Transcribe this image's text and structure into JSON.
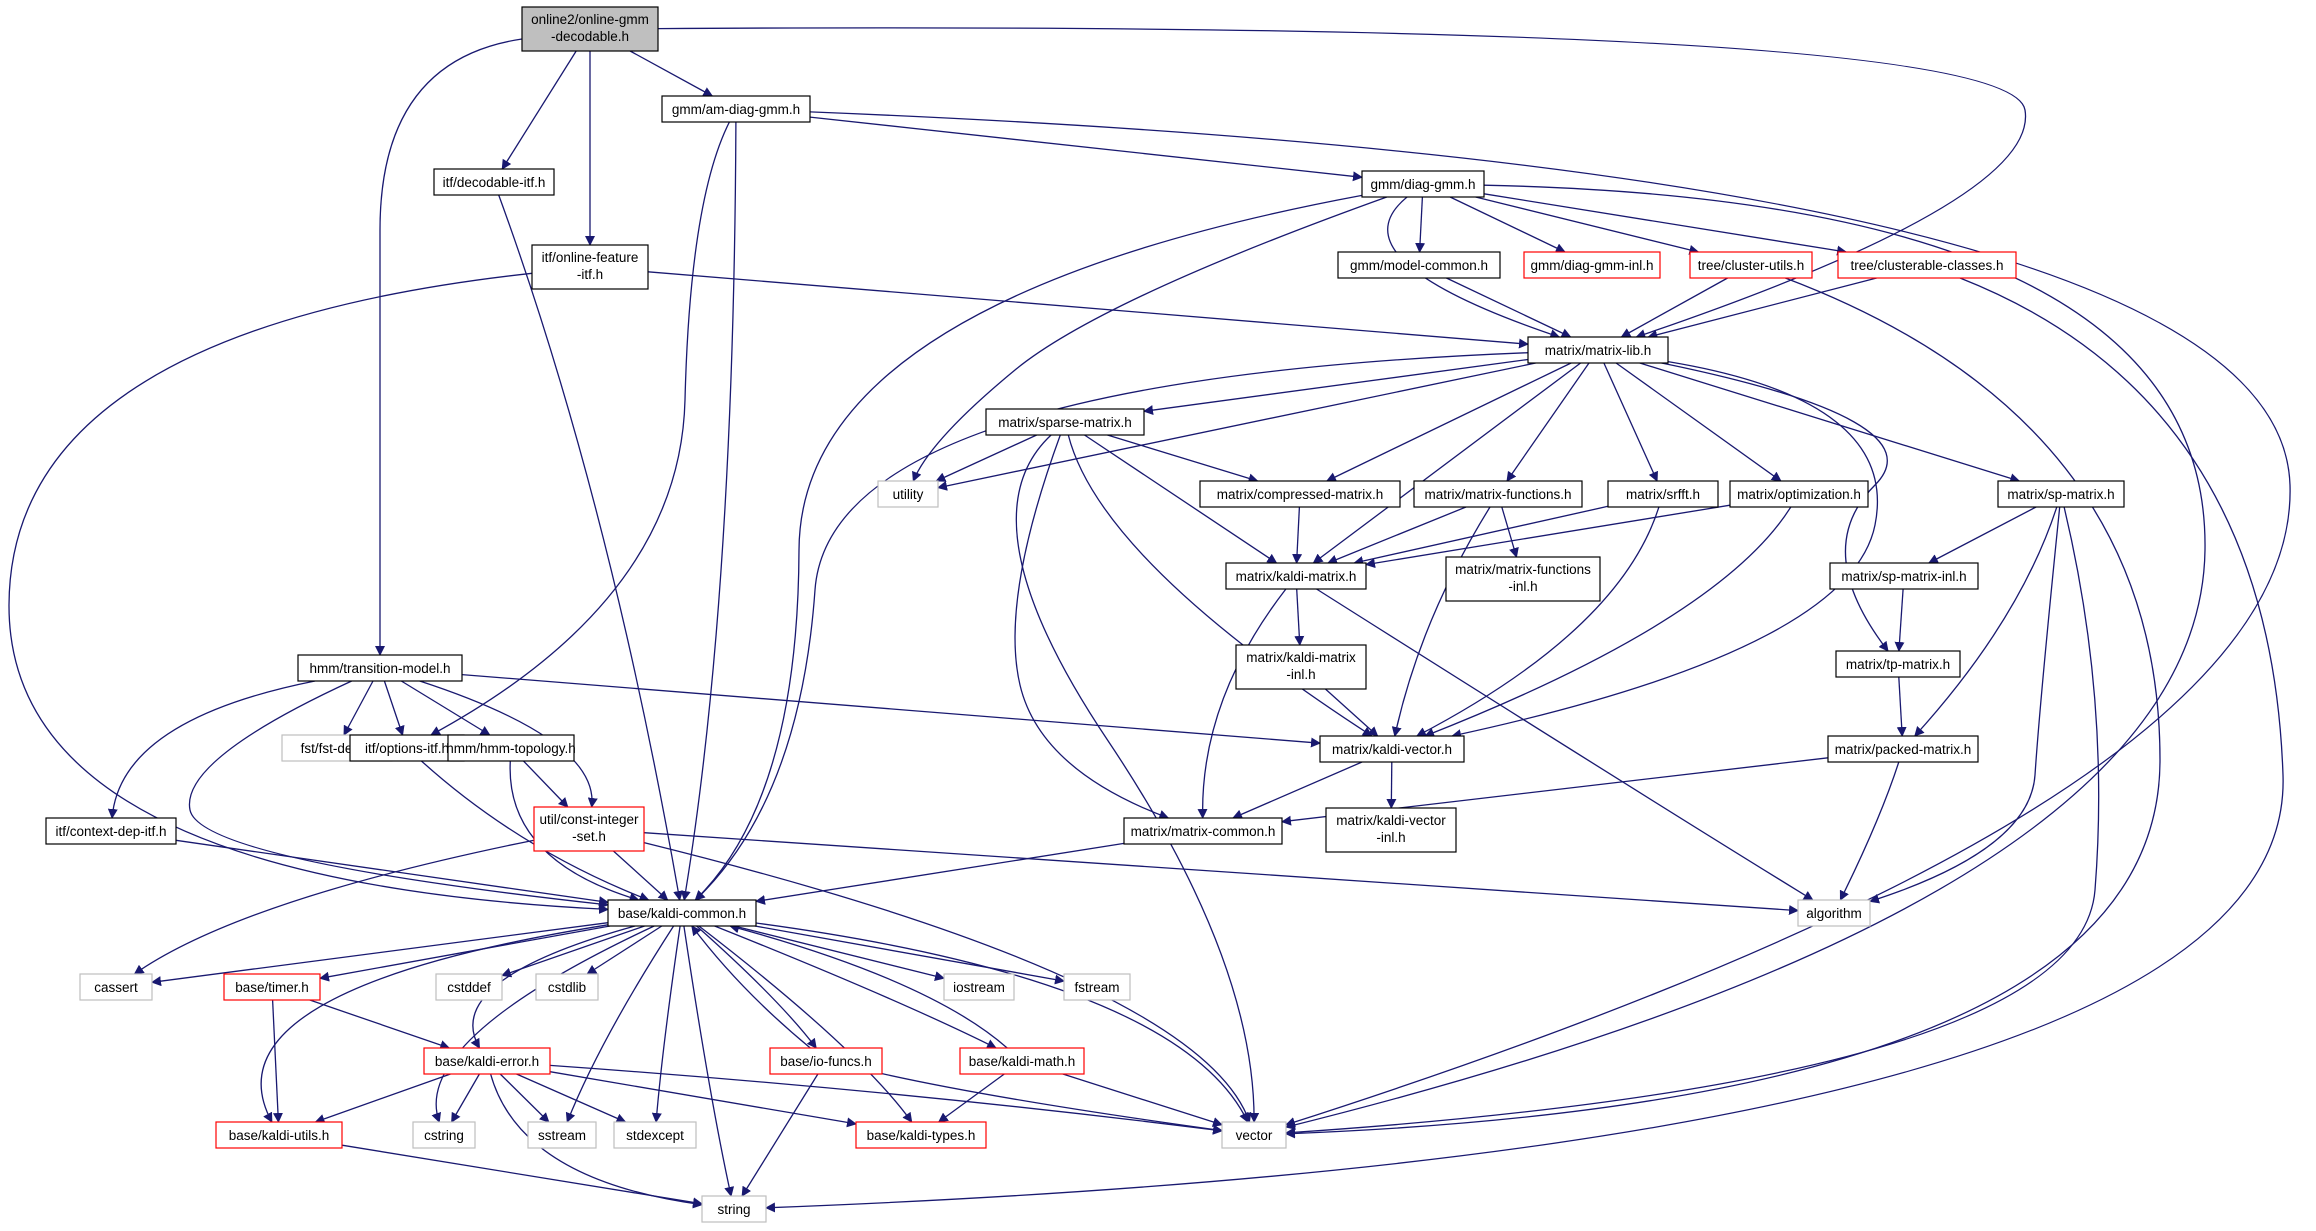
{
  "colors": {
    "edge": "#191970",
    "box_normal": "#000000",
    "box_red": "#ff0000",
    "box_gray": "#bfbfbf",
    "root_fill": "#bfbfbf"
  },
  "nodes": {
    "root": [
      "online2/online-gmm",
      "-decodable.h"
    ],
    "am_diag_gmm": [
      "gmm/am-diag-gmm.h"
    ],
    "decodable_itf": [
      "itf/decodable-itf.h"
    ],
    "online_feature_itf": [
      "itf/online-feature",
      "-itf.h"
    ],
    "diag_gmm": [
      "gmm/diag-gmm.h"
    ],
    "model_common": [
      "gmm/model-common.h"
    ],
    "diag_gmm_inl": [
      "gmm/diag-gmm-inl.h"
    ],
    "cluster_utils": [
      "tree/cluster-utils.h"
    ],
    "clusterable_classes": [
      "tree/clusterable-classes.h"
    ],
    "matrix_lib": [
      "matrix/matrix-lib.h"
    ],
    "sparse_matrix": [
      "matrix/sparse-matrix.h"
    ],
    "utility": [
      "utility"
    ],
    "compressed_matrix": [
      "matrix/compressed-matrix.h"
    ],
    "matrix_functions": [
      "matrix/matrix-functions.h"
    ],
    "srfft": [
      "matrix/srfft.h"
    ],
    "optimization": [
      "matrix/optimization.h"
    ],
    "sp_matrix": [
      "matrix/sp-matrix.h"
    ],
    "kaldi_matrix": [
      "matrix/kaldi-matrix.h"
    ],
    "matrix_functions_inl": [
      "matrix/matrix-functions",
      "-inl.h"
    ],
    "sp_matrix_inl": [
      "matrix/sp-matrix-inl.h"
    ],
    "kaldi_matrix_inl": [
      "matrix/kaldi-matrix",
      "-inl.h"
    ],
    "tp_matrix": [
      "matrix/tp-matrix.h"
    ],
    "transition_model": [
      "hmm/transition-model.h"
    ],
    "fst_decl": [
      "fst/fst-decl.h"
    ],
    "options_itf": [
      "itf/options-itf.h"
    ],
    "hmm_topology": [
      "hmm/hmm-topology.h"
    ],
    "kaldi_vector": [
      "matrix/kaldi-vector.h"
    ],
    "packed_matrix": [
      "matrix/packed-matrix.h"
    ],
    "context_dep_itf": [
      "itf/context-dep-itf.h"
    ],
    "const_integer_set": [
      "util/const-integer",
      "-set.h"
    ],
    "matrix_common": [
      "matrix/matrix-common.h"
    ],
    "kaldi_vector_inl": [
      "matrix/kaldi-vector",
      "-inl.h"
    ],
    "kaldi_common": [
      "base/kaldi-common.h"
    ],
    "algorithm": [
      "algorithm"
    ],
    "cassert": [
      "cassert"
    ],
    "timer": [
      "base/timer.h"
    ],
    "cstddef": [
      "cstddef"
    ],
    "cstdlib": [
      "cstdlib"
    ],
    "iostream": [
      "iostream"
    ],
    "fstream": [
      "fstream"
    ],
    "kaldi_error": [
      "base/kaldi-error.h"
    ],
    "io_funcs": [
      "base/io-funcs.h"
    ],
    "kaldi_math": [
      "base/kaldi-math.h"
    ],
    "kaldi_utils": [
      "base/kaldi-utils.h"
    ],
    "cstring": [
      "cstring"
    ],
    "sstream": [
      "sstream"
    ],
    "stdexcept": [
      "stdexcept"
    ],
    "kaldi_types": [
      "base/kaldi-types.h"
    ],
    "vector": [
      "vector"
    ],
    "string": [
      "string"
    ]
  }
}
